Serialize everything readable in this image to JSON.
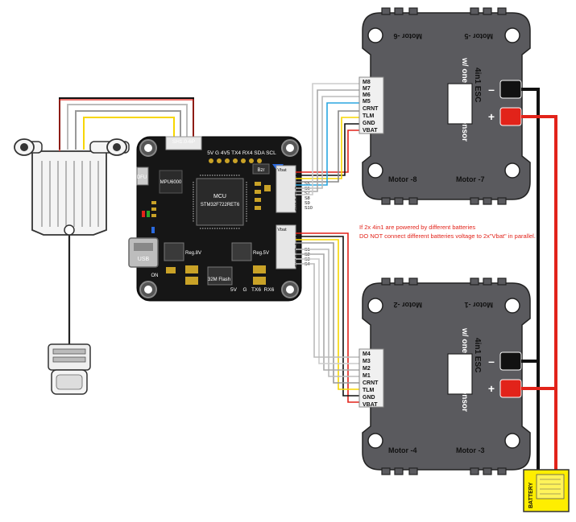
{
  "esc_top": {
    "motor_labels_top": [
      "Motor -6",
      "Motor -5"
    ],
    "motor_labels_bottom": [
      "Motor -8",
      "Motor -7"
    ],
    "title": "4in1 ESC",
    "subtitle": "w/ one current sensor",
    "minus": "–",
    "plus": "+",
    "pins": [
      "M8",
      "M7",
      "M6",
      "M5",
      "CRNT",
      "TLM",
      "GND",
      "VBAT"
    ]
  },
  "esc_bottom": {
    "motor_labels_top": [
      "Motor -2",
      "Motor -1"
    ],
    "motor_labels_bottom": [
      "Motor -4",
      "Motor -3"
    ],
    "title": "4in1 ESC",
    "subtitle": "w/ one current sensor",
    "minus": "–",
    "plus": "+",
    "pins": [
      "M4",
      "M3",
      "M2",
      "M1",
      "CRNT",
      "TLM",
      "GND",
      "VBAT"
    ]
  },
  "fc": {
    "connector_top": "SH1.0-6P",
    "top_pads": "5V G 4V5 TX4 RX4 SDA SCL",
    "dfu": "DFU",
    "imu": "MPU6000",
    "mcu": "MCU",
    "mcu_part": "STM32F722RET6",
    "usb": "USB",
    "on": "ON",
    "bzr": "Bzr",
    "reg8": "Reg.8V",
    "reg5": "Reg.5V",
    "flash": "32M Flash",
    "bottom_pads": [
      "5V",
      "G",
      "TX6",
      "RX6"
    ],
    "conn2": "SH1.0-8P_2",
    "conn1": "SH1.0-8P_1",
    "vbat": "Vbat",
    "conn2_pins": [
      "S5",
      "S6",
      "S7",
      "S8",
      "S9",
      "S10"
    ],
    "conn1_pins": [
      "S1",
      "S2",
      "S3",
      "S4"
    ]
  },
  "warning": {
    "line1": "If 2x 4in1 are powered by different batteries",
    "line2": "DO NOT connect different batteries voltage to 2x\"Vbat\" in parallel."
  },
  "battery": {
    "label": "BATTERY"
  },
  "colors": {
    "esc_body": "#5a5a5e",
    "fc_body": "#161616",
    "wire_red": "#e2231a",
    "wire_black": "#111111",
    "wire_yellow": "#f7e600",
    "wire_blue": "#2aa6e0",
    "battery": "#ffee00",
    "warning_text": "#e2231a"
  }
}
